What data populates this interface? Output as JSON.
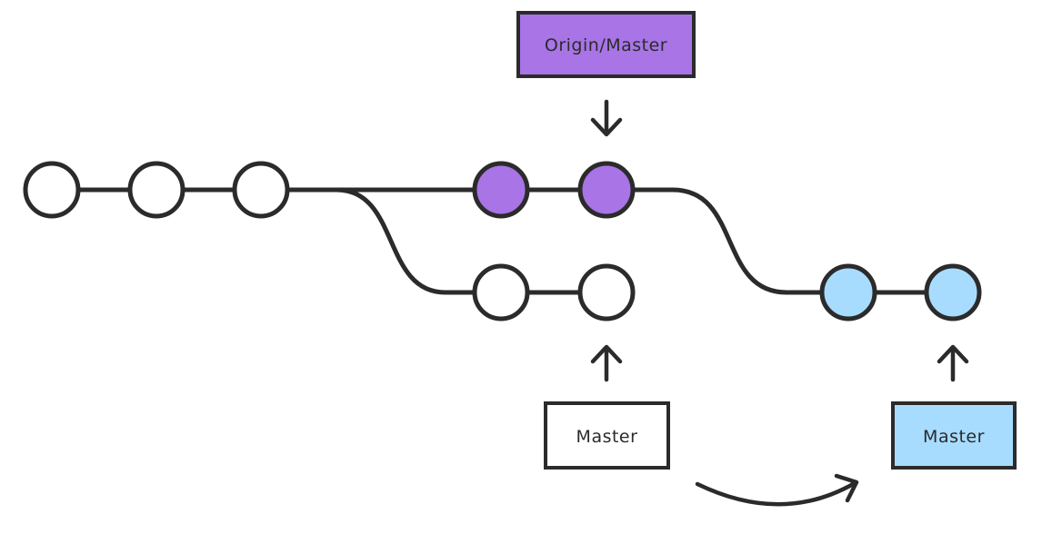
{
  "colors": {
    "stroke": "#2b2b2b",
    "commit_default": "#ffffff",
    "commit_origin": "#a874e6",
    "commit_rebased": "#a8dcff",
    "label_origin": "#a874e6",
    "label_local": "#ffffff",
    "label_rebased": "#a8dcff"
  },
  "labels": {
    "origin_master": "Origin/Master",
    "local_master": "Master",
    "rebased_master": "Master"
  },
  "commits": {
    "shared": [
      "white",
      "white",
      "white"
    ],
    "origin": [
      "purple",
      "purple"
    ],
    "local": [
      "white",
      "white"
    ],
    "rebased": [
      "blue",
      "blue"
    ]
  }
}
